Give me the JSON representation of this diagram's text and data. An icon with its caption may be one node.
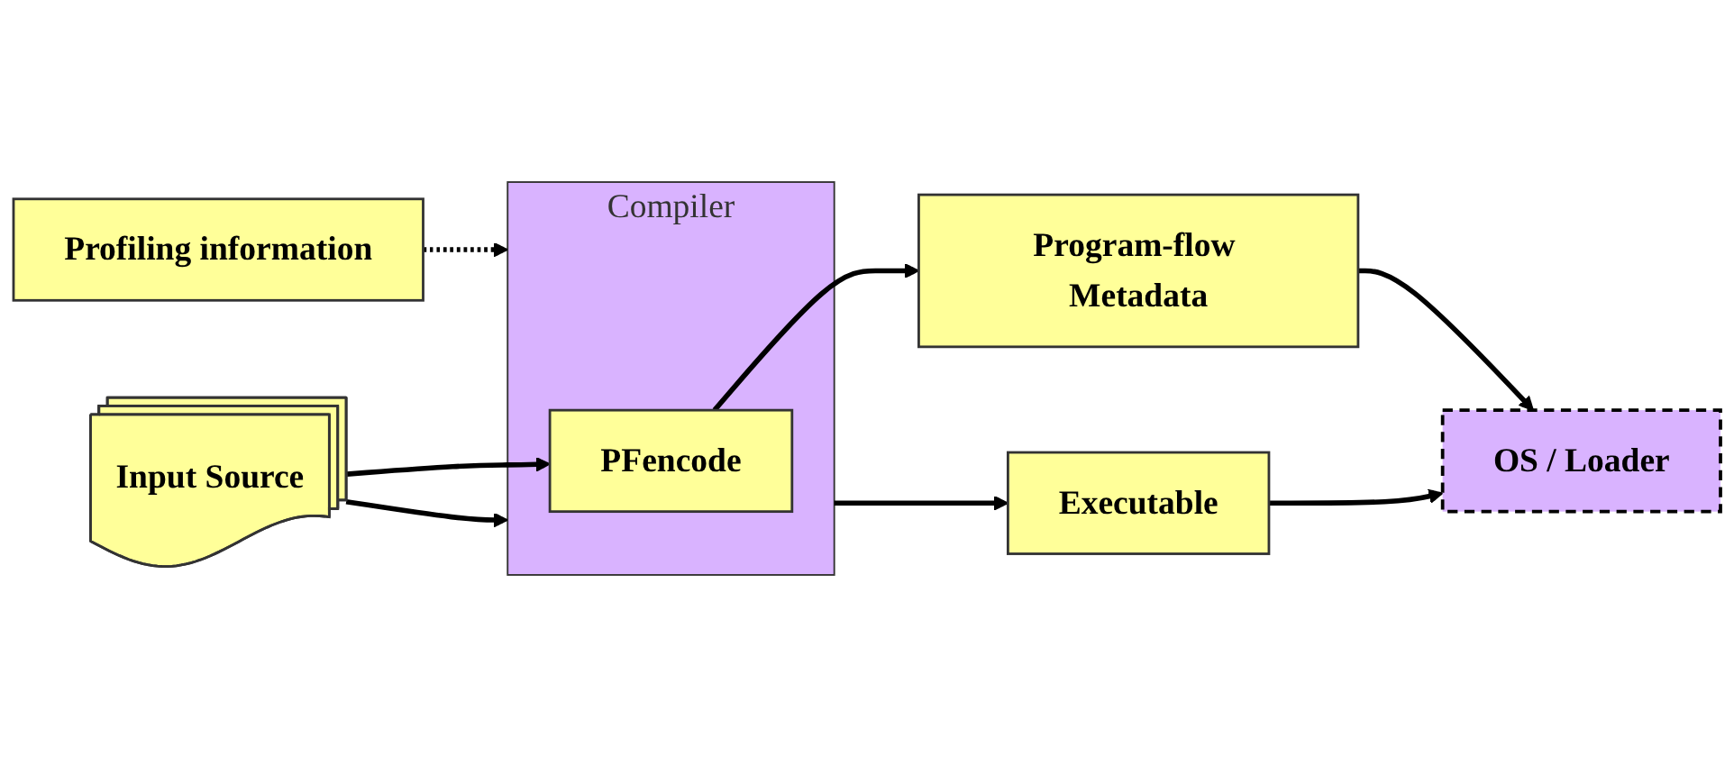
{
  "diagram": {
    "nodes": [
      {
        "text": [
          "Profiling information"
        ]
      },
      {
        "text": [
          "Input Source"
        ]
      },
      {
        "text": [
          "Compiler"
        ]
      },
      {
        "text": [
          "PFencode"
        ],
        "in": 2
      },
      {
        "text": [
          "Executable"
        ]
      },
      {
        "text": [
          "Program-flow Metadata"
        ]
      },
      {
        "text": [
          "OS / Loader"
        ]
      }
    ],
    "edges": [
      {
        "from": 0,
        "to": 2,
        "arrow": "to",
        "style": "dashed"
      },
      {
        "from": 1,
        "to": 2,
        "arrow": "to"
      },
      {
        "from": 1,
        "to": 3,
        "arrow": "to"
      },
      {
        "from": 2,
        "to": 4,
        "arrow": "to"
      },
      {
        "from": 3,
        "to": 5,
        "arrow": "to"
      },
      {
        "from": 4,
        "to": 6,
        "arrow": "to"
      },
      {
        "from": 5,
        "to": 6,
        "arrow": "to"
      }
    ]
  }
}
